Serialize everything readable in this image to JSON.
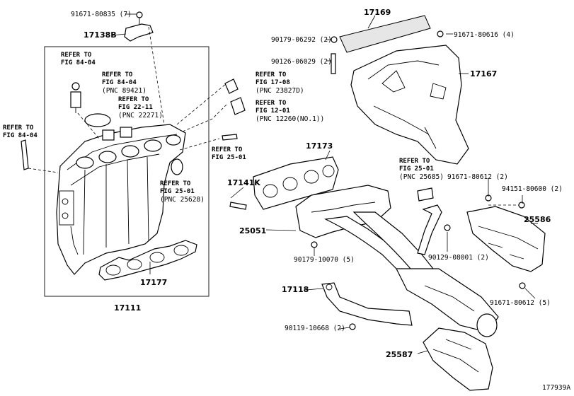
{
  "labels": {
    "p91671_80835": "91671-80835 (7)",
    "p17138B": "17138B",
    "ref_84_04_a1": "REFER TO",
    "ref_84_04_a2": "FIG 84-04",
    "ref_84_04_b1": "REFER TO",
    "ref_84_04_b2": "FIG 84-04",
    "ref_84_04_b3": "(PNC 89421)",
    "ref_22_11_1": "REFER TO",
    "ref_22_11_2": "FIG 22-11",
    "ref_22_11_3": "(PNC 22271)",
    "ref_84_04_c1": "REFER TO",
    "ref_84_04_c2": "FIG 84-04",
    "ref_17_08_1": "REFER TO",
    "ref_17_08_2": "FIG 17-08",
    "ref_17_08_3": "(PNC 23827D)",
    "ref_12_01_1": "REFER TO",
    "ref_12_01_2": "FIG 12-01",
    "ref_12_01_3": "(PNC 12260(NO.1))",
    "ref_25_01_a1": "REFER TO",
    "ref_25_01_a2": "FIG 25-01",
    "ref_25_01_b1": "REFER TO",
    "ref_25_01_b2": "FIG 25-01",
    "ref_25_01_b3": "(PNC 25628)",
    "ref_25_01_c1": "REFER TO",
    "ref_25_01_c2": "FIG 25-01",
    "ref_25_01_c3": "(PNC 25685)",
    "p17169": "17169",
    "p90179_06292": "90179-06292 (2)",
    "p91671_80616": "91671-80616 (4)",
    "p90126_06029": "90126-06029 (2)",
    "p17167": "17167",
    "p17173": "17173",
    "p17141K": "17141K",
    "p25051": "25051",
    "p91671_80612a": "91671-80612 (2)",
    "p94151_80600": "94151-80600 (2)",
    "p25586": "25586",
    "p90179_10070": "90179-10070 (5)",
    "p90129_08001": "90129-08001 (2)",
    "p17118": "17118",
    "p91671_80612b": "91671-80612 (5)",
    "p17177": "17177",
    "p17111": "17111",
    "p90119_10668": "90119-10668 (2)",
    "p25587": "25587",
    "code": "177939A"
  }
}
